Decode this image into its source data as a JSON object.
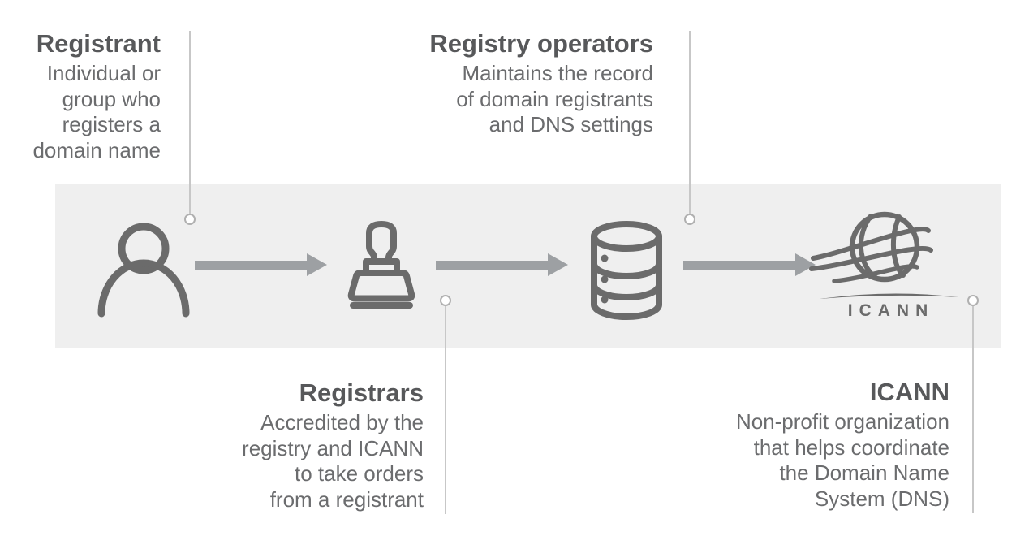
{
  "nodes": [
    {
      "id": "registrant",
      "title": "Registrant",
      "description": "Individual or\ngroup who\nregisters a\ndomain name",
      "icon": "person-icon"
    },
    {
      "id": "registrars",
      "title": "Registrars",
      "description": "Accredited by the\nregistry and ICANN\nto take orders\nfrom a registrant",
      "icon": "rubber-stamp-icon"
    },
    {
      "id": "registry-operators",
      "title": "Registry operators",
      "description": "Maintains the record\nof domain registrants\nand DNS settings",
      "icon": "database-icon"
    },
    {
      "id": "icann",
      "title": "ICANN",
      "description": "Non-profit organization\nthat helps coordinate\nthe Domain Name\nSystem (DNS)",
      "icon": "icann-globe-icon"
    }
  ],
  "icann_logo": {
    "wordmark": "ICANN"
  },
  "colors": {
    "background": "#ffffff",
    "band": "#efefef",
    "icon": "#6b6b6b",
    "arrow": "#9da0a3",
    "heading_text": "#57585a",
    "body_text": "#6b6c6e",
    "leader_line": "#c7c7c7",
    "leader_dot_stroke": "#b0b0b0"
  }
}
